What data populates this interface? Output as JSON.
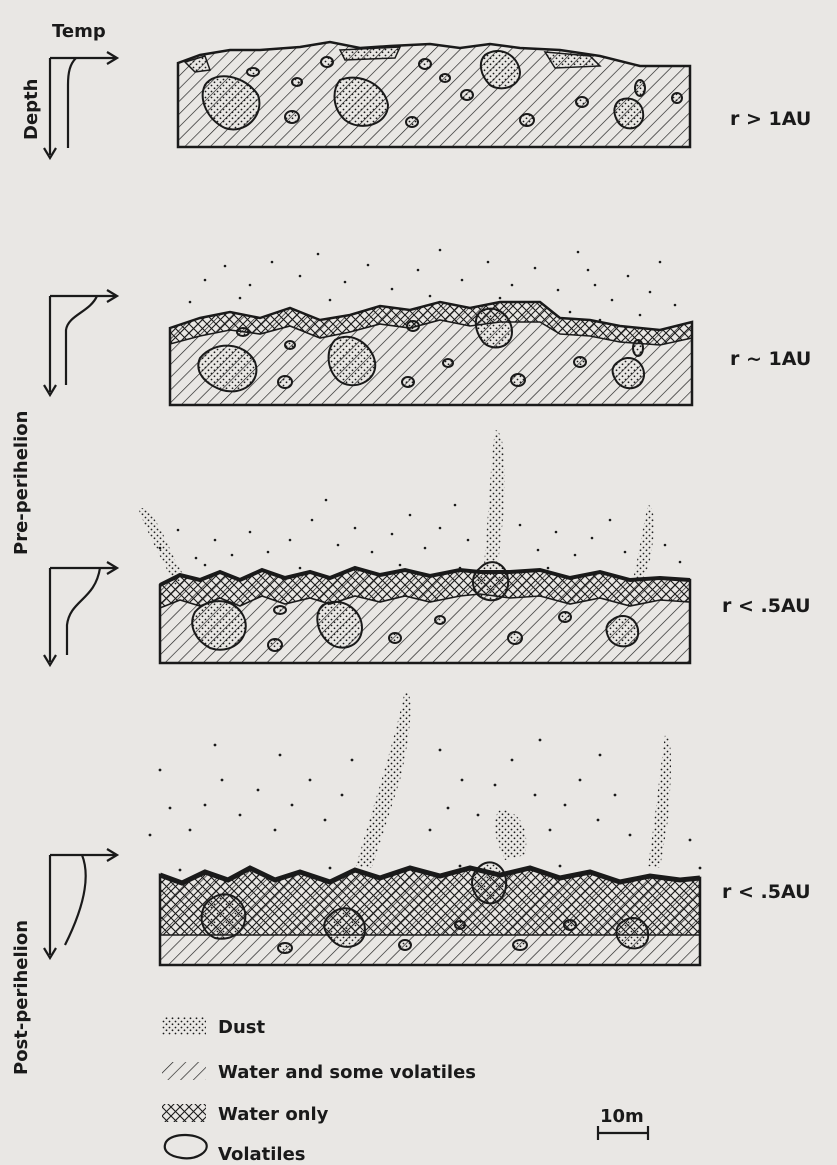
{
  "axis": {
    "temp_label": "Temp",
    "depth_label": "Depth"
  },
  "phases": {
    "pre": "Pre-perihelion",
    "post": "Post-perihelion"
  },
  "panels": [
    {
      "id": "p1",
      "distance": "r > 1AU"
    },
    {
      "id": "p2",
      "distance": "r ~ 1AU"
    },
    {
      "id": "p3",
      "distance": "r < .5AU"
    },
    {
      "id": "p4",
      "distance": "r < .5AU"
    }
  ],
  "legend": {
    "dust": "Dust",
    "water_volatiles": "Water and some volatiles",
    "water_only": "Water only",
    "volatiles": "Volatiles"
  },
  "scale_bar": "10m",
  "colors": {
    "ink": "#1a1a1a",
    "paper": "#e9e7e4"
  }
}
